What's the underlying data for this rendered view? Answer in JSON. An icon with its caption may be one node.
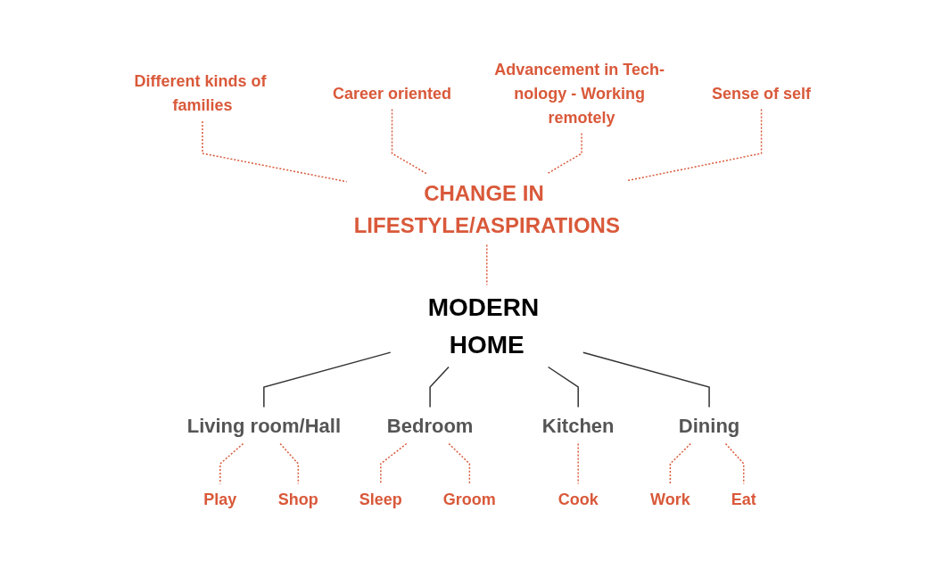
{
  "diagram": {
    "nodes": [
      {
        "text": [
          "Different kinds of families"
        ]
      },
      {
        "text": [
          "Career oriented"
        ]
      },
      {
        "text": [
          "Advancement in Tech- nology - Working remotely"
        ]
      },
      {
        "text": [
          "Sense of self"
        ]
      },
      {
        "text": [
          "CHANGE IN LIFESTYLE/ASPIRATIONS"
        ]
      },
      {
        "text": [
          "MODERN HOME"
        ]
      },
      {
        "text": [
          "Living room/Hall"
        ]
      },
      {
        "text": [
          "Bedroom"
        ]
      },
      {
        "text": [
          "Kitchen"
        ]
      },
      {
        "text": [
          "Dining"
        ]
      },
      {
        "text": [
          "Play"
        ]
      },
      {
        "text": [
          "Sleep"
        ]
      },
      {
        "text": [
          "Cook"
        ]
      },
      {
        "text": [
          "Eat"
        ]
      },
      {
        "text": [
          "Shop"
        ]
      },
      {
        "text": [
          "Groom"
        ]
      },
      {
        "text": [
          "Work"
        ]
      }
    ],
    "edges": [
      {
        "from": 0,
        "to": 4,
        "arrow": "none",
        "style": "dashed"
      },
      {
        "from": 1,
        "to": 4,
        "arrow": "none",
        "style": "dashed"
      },
      {
        "from": 2,
        "to": 4,
        "arrow": "none",
        "style": "dashed"
      },
      {
        "from": 3,
        "to": 4,
        "arrow": "none",
        "style": "dashed"
      },
      {
        "from": 4,
        "to": 5,
        "arrow": "none",
        "style": "dashed"
      },
      {
        "from": 5,
        "to": 6,
        "arrow": "none",
        "color": "#333333"
      },
      {
        "from": 5,
        "to": 7,
        "arrow": "none",
        "color": "#333333"
      },
      {
        "from": 5,
        "to": 8,
        "arrow": "none",
        "color": "#333333"
      },
      {
        "from": 5,
        "to": 9,
        "arrow": "none",
        "color": "#333333"
      },
      {
        "from": 6,
        "to": 10,
        "arrow": "none",
        "style": "dashed"
      },
      {
        "from": 6,
        "to": 14,
        "arrow": "none",
        "style": "dashed"
      },
      {
        "from": 7,
        "to": 11,
        "arrow": "none",
        "style": "dashed"
      },
      {
        "from": 7,
        "to": 15,
        "arrow": "none",
        "style": "dashed"
      },
      {
        "from": 8,
        "to": 12,
        "arrow": "none",
        "style": "dashed"
      },
      {
        "from": 9,
        "to": 16,
        "arrow": "none",
        "style": "dashed"
      },
      {
        "from": 9,
        "to": 13,
        "arrow": "none",
        "style": "dashed"
      }
    ]
  }
}
